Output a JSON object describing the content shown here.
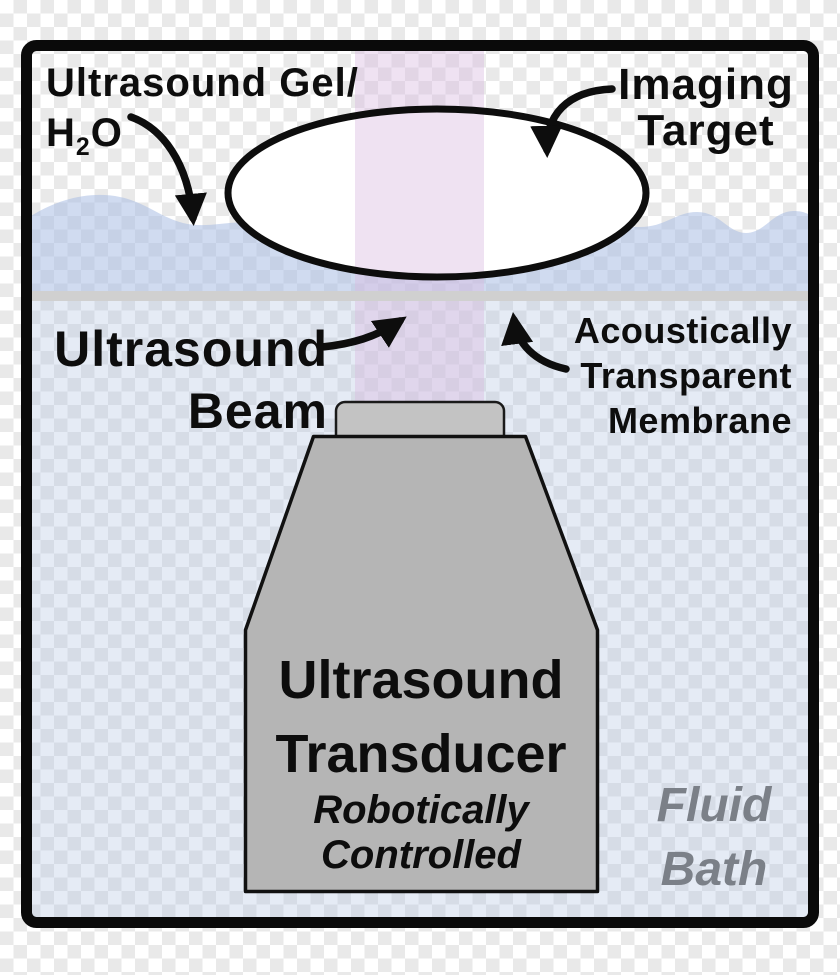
{
  "title": "Robotically controlled ultrasound transducer fluid-bath imaging diagram",
  "labels": {
    "gel_line1": "Ultrasound Gel/",
    "gel_h": "H",
    "gel_sub": "2",
    "gel_o": "O",
    "imaging_line1": "Imaging",
    "imaging_line2": "Target",
    "beam_line1": "Ultrasound",
    "beam_line2": "Beam",
    "membrane_line1": "Acoustically",
    "membrane_line2": "Transparent",
    "membrane_line3": "Membrane",
    "transducer_line1": "Ultrasound",
    "transducer_line2": "Transducer",
    "robotic_line1": "Robotically",
    "robotic_line2": "Controlled",
    "fluid_line1": "Fluid",
    "fluid_line2": "Bath"
  },
  "colors": {
    "frame": "#0a0a0a",
    "checker_light": "#ffffff",
    "checker_dark": "#e9e9e9",
    "water": "#a9bee3",
    "fluid_bath": "#b4c5e2",
    "beam": "#d9badf",
    "membrane_bar": "#d0d0d0",
    "ellipse_fill": "#ffffff",
    "outline": "#0d0d0d",
    "transducer_body": "#b5b5b5",
    "transducer_neck": "#c3c3c3",
    "fluid_text": "#7b8088"
  }
}
